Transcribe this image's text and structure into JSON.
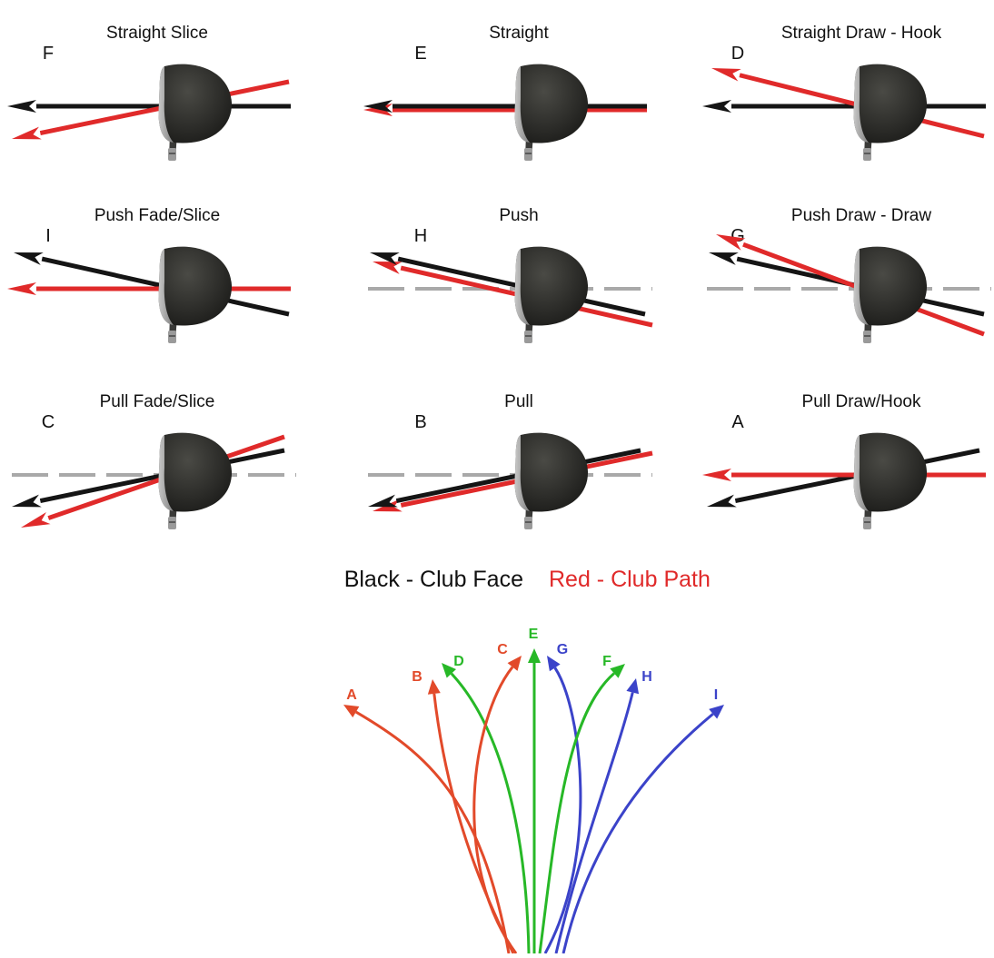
{
  "colors": {
    "face": "#151515",
    "path": "#e02a2a",
    "target": "#a9a9a9",
    "club": "#2e2e2b",
    "pull": "#e24a2a",
    "straight": "#27b827",
    "push": "#3b43c9"
  },
  "panels": [
    {
      "letter": "F",
      "title": "Straight Slice",
      "face": "straight",
      "path": "open_out",
      "guide": false
    },
    {
      "letter": "E",
      "title": "Straight",
      "face": "straight",
      "path": "straight",
      "guide": false
    },
    {
      "letter": "D",
      "title": "Straight Draw - Hook",
      "face": "straight",
      "path": "closed_out",
      "guide": false
    },
    {
      "letter": "I",
      "title": "Push Fade/Slice",
      "face": "push",
      "path": "straight",
      "guide": false
    },
    {
      "letter": "H",
      "title": "Push",
      "face": "push",
      "path": "push",
      "guide": true
    },
    {
      "letter": "G",
      "title": "Push Draw - Draw",
      "face": "push",
      "path": "push_more",
      "guide": true
    },
    {
      "letter": "C",
      "title": "Pull Fade/Slice",
      "face": "pull",
      "path": "pull_more",
      "guide": true
    },
    {
      "letter": "B",
      "title": "Pull",
      "face": "pull",
      "path": "pull",
      "guide": true
    },
    {
      "letter": "A",
      "title": "Pull Draw/Hook",
      "face": "pull",
      "path": "straight",
      "guide": false
    }
  ],
  "legend": {
    "face_label": "Black - Club Face",
    "path_label": "Red - Club Path"
  },
  "trajectories": [
    {
      "letter": "A",
      "group": "pull"
    },
    {
      "letter": "B",
      "group": "pull"
    },
    {
      "letter": "D",
      "group": "straight"
    },
    {
      "letter": "C",
      "group": "pull"
    },
    {
      "letter": "E",
      "group": "straight"
    },
    {
      "letter": "G",
      "group": "push"
    },
    {
      "letter": "F",
      "group": "straight"
    },
    {
      "letter": "H",
      "group": "push"
    },
    {
      "letter": "I",
      "group": "push"
    }
  ]
}
